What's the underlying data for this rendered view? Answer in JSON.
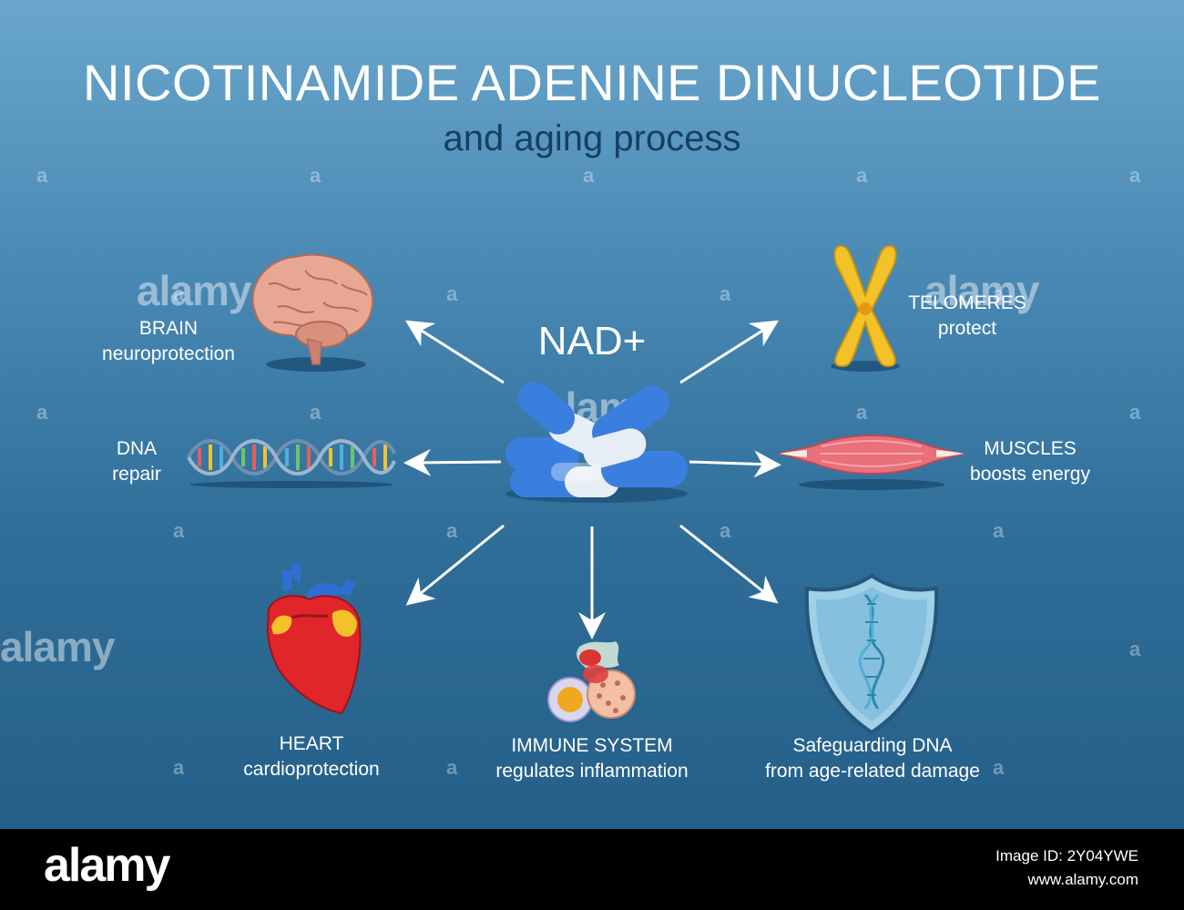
{
  "title": "NICOTINAMIDE ADENINE DINUCLEOTIDE",
  "subtitle": "and aging process",
  "center": {
    "label": "NAD+",
    "icon": "capsules-icon"
  },
  "items": [
    {
      "id": "brain",
      "title": "BRAIN",
      "desc": "neuroprotection",
      "icon": "brain-icon"
    },
    {
      "id": "telomeres",
      "title": "TELOMERES",
      "desc": "protect",
      "icon": "chromosome-icon"
    },
    {
      "id": "dna",
      "title": "DNA",
      "desc": "repair",
      "icon": "dna-helix-icon"
    },
    {
      "id": "muscles",
      "title": "MUSCLES",
      "desc": "boosts energy",
      "icon": "muscle-icon"
    },
    {
      "id": "heart",
      "title": "HEART",
      "desc": "cardioprotection",
      "icon": "heart-icon"
    },
    {
      "id": "immune",
      "title": "IMMUNE SYSTEM",
      "desc": "regulates inflammation",
      "icon": "immune-cells-icon"
    },
    {
      "id": "shield",
      "title": "Safeguarding DNA",
      "desc": "from age-related damage",
      "icon": "dna-shield-icon"
    }
  ],
  "colors": {
    "background_top": "#6aa6cc",
    "background_bottom": "#245f88",
    "arrow": "#ffffff",
    "subtitle": "#17405f"
  },
  "watermark": {
    "brand": "alamy",
    "glyph": "a"
  },
  "footer": {
    "logo": "alamy",
    "image_id": "Image ID: 2Y04YWE",
    "url": "www.alamy.com"
  }
}
